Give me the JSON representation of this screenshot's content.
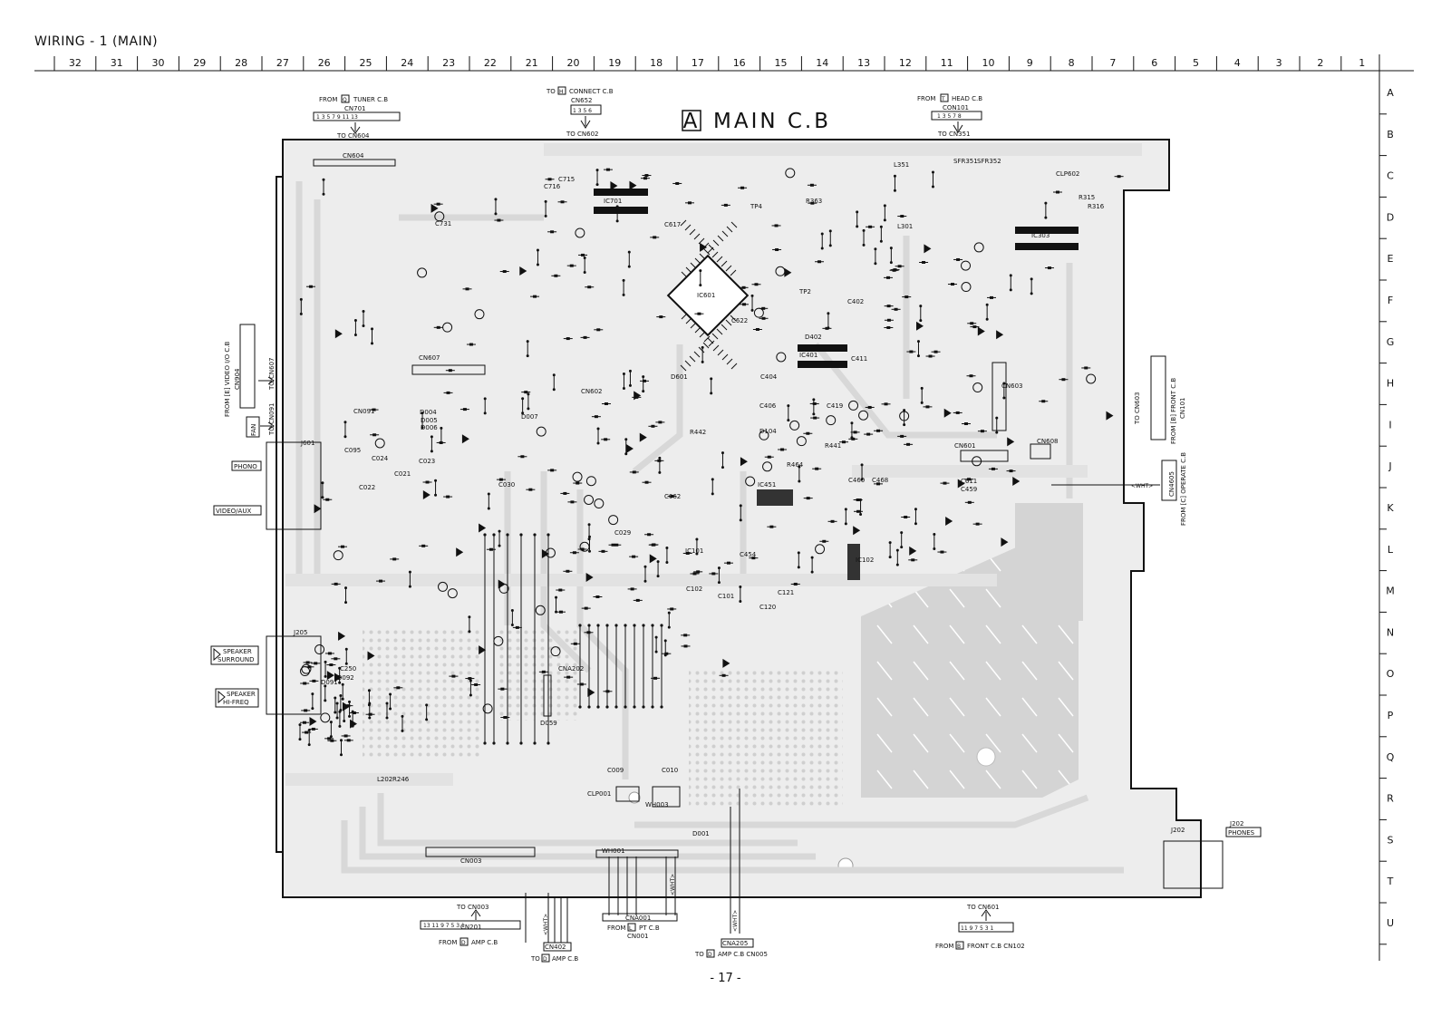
{
  "page": {
    "title": "WIRING - 1 (MAIN)",
    "page_number": "- 17 -"
  },
  "ruler": {
    "columns": [
      "32",
      "31",
      "30",
      "29",
      "28",
      "27",
      "26",
      "25",
      "24",
      "23",
      "22",
      "21",
      "20",
      "19",
      "18",
      "17",
      "16",
      "15",
      "14",
      "13",
      "12",
      "11",
      "10",
      "9",
      "8",
      "7",
      "6",
      "5",
      "4",
      "3",
      "2",
      "1"
    ],
    "rows": [
      "A",
      "B",
      "C",
      "D",
      "E",
      "F",
      "G",
      "H",
      "I",
      "J",
      "K",
      "L",
      "M",
      "N",
      "O",
      "P",
      "Q",
      "R",
      "S",
      "T",
      "U"
    ]
  },
  "board": {
    "label_box": "A",
    "label_text": "MAIN C.B"
  },
  "top_connectors": {
    "tuner": {
      "from": "FROM",
      "box": "Q",
      "text": "TUNER C.B",
      "name": "CN701",
      "pins": "1 3 5 7 9 11 13",
      "to": "TO CN604"
    },
    "connect": {
      "to_top": "TO",
      "box": "H",
      "text": "CONNECT C.B",
      "name": "CN652",
      "pins": "1 3 5 6",
      "to": "TO CN602"
    },
    "head": {
      "from": "FROM",
      "box": "T",
      "text": "HEAD C.B",
      "name": "CON101",
      "pins": "1 3 5 7 8",
      "to": "TO CN351"
    }
  },
  "left_labels": {
    "video_io": "FROM [E] VIDEO I/O C.B",
    "video_io_cn": "CN904",
    "to_cn607": "TO CN607",
    "fan": "FAN",
    "to_cn091": "TO CN091",
    "phono": "PHONO",
    "video_aux": "VIDEO/AUX",
    "speaker_surround_1": "SPEAKER",
    "speaker_surround_2": "SURROUND",
    "speaker_hifreq_1": "SPEAKER",
    "speaker_hifreq_2": "HI-FREQ",
    "j601": "J601",
    "j205": "J205"
  },
  "right_labels": {
    "front": "FROM [B] FRONT C.B",
    "front_cn": "CN101",
    "to_cn603": "TO CN603",
    "operate": "FROM [C] OPERATE C.B",
    "operate_cn": "CN4605",
    "wht": "<WHT>",
    "j202": "J202",
    "phones": "PHONES"
  },
  "bottom_connectors": {
    "amp1": {
      "to": "TO CN003",
      "name": "CN201",
      "from": "FROM",
      "box": "D",
      "text": "AMP C.B",
      "pins": "13 11 9 7 5 3 1"
    },
    "amp2": {
      "name": "CN402",
      "to": "TO",
      "box": "D",
      "text": "AMP C.B",
      "wht": "<WHT>"
    },
    "pt": {
      "name": "CNA001",
      "from": "FROM",
      "box": "L",
      "text": "PT C.B",
      "sub": "CN001"
    },
    "amp3": {
      "name": "CNA205",
      "to": "TO",
      "box": "D",
      "text": "AMP C.B CN005",
      "wht": "<WHT>"
    },
    "front2": {
      "to": "TO CN601",
      "from": "FROM",
      "box": "B",
      "text": "FRONT C.B CN102",
      "pins": "11 9 7 5 3 1"
    }
  },
  "components": [
    {
      "ref": "CN604"
    },
    {
      "ref": "CN607"
    },
    {
      "ref": "CN091"
    },
    {
      "ref": "CN602"
    },
    {
      "ref": "CN601"
    },
    {
      "ref": "CN603"
    },
    {
      "ref": "CN608"
    },
    {
      "ref": "CN003"
    },
    {
      "ref": "CNA202"
    },
    {
      "ref": "IC601"
    },
    {
      "ref": "IC701"
    },
    {
      "ref": "IC303"
    },
    {
      "ref": "IC401"
    },
    {
      "ref": "IC451"
    },
    {
      "ref": "IC102"
    },
    {
      "ref": "IC101"
    },
    {
      "ref": "CLP602"
    },
    {
      "ref": "CLP001"
    },
    {
      "ref": "WH001"
    },
    {
      "ref": "WH003"
    },
    {
      "ref": "SFR351"
    },
    {
      "ref": "SFR352"
    },
    {
      "ref": "L351"
    },
    {
      "ref": "L301"
    },
    {
      "ref": "C731"
    },
    {
      "ref": "C716"
    },
    {
      "ref": "C715"
    },
    {
      "ref": "C617"
    },
    {
      "ref": "C622"
    },
    {
      "ref": "C404"
    },
    {
      "ref": "C406"
    },
    {
      "ref": "C419"
    },
    {
      "ref": "C411"
    },
    {
      "ref": "C402"
    },
    {
      "ref": "C459"
    },
    {
      "ref": "C460"
    },
    {
      "ref": "C468"
    },
    {
      "ref": "C611"
    },
    {
      "ref": "C095"
    },
    {
      "ref": "C024"
    },
    {
      "ref": "C023"
    },
    {
      "ref": "C021"
    },
    {
      "ref": "C022"
    },
    {
      "ref": "C030"
    },
    {
      "ref": "C029"
    },
    {
      "ref": "C062"
    },
    {
      "ref": "C102"
    },
    {
      "ref": "C101"
    },
    {
      "ref": "C121"
    },
    {
      "ref": "C120"
    },
    {
      "ref": "C454"
    },
    {
      "ref": "C009"
    },
    {
      "ref": "C010"
    },
    {
      "ref": "C250"
    },
    {
      "ref": "R442"
    },
    {
      "ref": "R441"
    },
    {
      "ref": "R464"
    },
    {
      "ref": "R363"
    },
    {
      "ref": "R315"
    },
    {
      "ref": "R316"
    },
    {
      "ref": "R246"
    },
    {
      "ref": "L202"
    },
    {
      "ref": "D601"
    },
    {
      "ref": "D402"
    },
    {
      "ref": "D104"
    },
    {
      "ref": "D007"
    },
    {
      "ref": "D004"
    },
    {
      "ref": "D005"
    },
    {
      "ref": "D006"
    },
    {
      "ref": "D059"
    },
    {
      "ref": "D091"
    },
    {
      "ref": "D092"
    },
    {
      "ref": "TP2"
    },
    {
      "ref": "TP4"
    },
    {
      "ref": "D001"
    }
  ]
}
